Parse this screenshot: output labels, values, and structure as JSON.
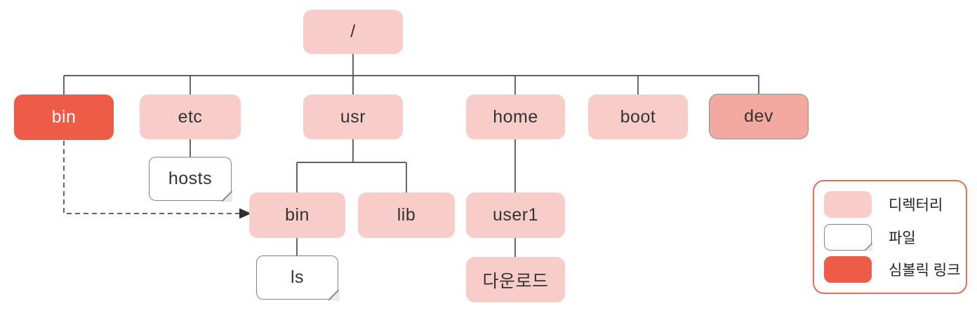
{
  "nodes": {
    "root": "/",
    "bin": "bin",
    "etc": "etc",
    "usr": "usr",
    "home": "home",
    "boot": "boot",
    "dev": "dev",
    "hosts": "hosts",
    "usr_bin": "bin",
    "usr_lib": "lib",
    "user1": "user1",
    "user1_downloads": "다운로드",
    "ls": "ls"
  },
  "edges": [
    {
      "from": "/",
      "to": "bin"
    },
    {
      "from": "/",
      "to": "etc"
    },
    {
      "from": "/",
      "to": "usr"
    },
    {
      "from": "/",
      "to": "home"
    },
    {
      "from": "/",
      "to": "boot"
    },
    {
      "from": "/",
      "to": "dev"
    },
    {
      "from": "etc",
      "to": "hosts"
    },
    {
      "from": "usr",
      "to": "usr/bin"
    },
    {
      "from": "usr",
      "to": "usr/lib"
    },
    {
      "from": "usr/bin",
      "to": "ls"
    },
    {
      "from": "home",
      "to": "user1"
    },
    {
      "from": "user1",
      "to": "다운로드"
    },
    {
      "from": "bin",
      "to": "usr/bin",
      "type": "symbolic-link",
      "style": "dashed-arrow"
    }
  ],
  "legend": {
    "directory_label": "디렉터리",
    "file_label": "파일",
    "symlink_label": "심볼릭 링크"
  },
  "colors": {
    "directory_fill": "#f8cdc9",
    "symlink_fill": "#ee5c47",
    "dev_fill": "#f3a99f",
    "dev_border": "#8d8d8d",
    "file_border": "#838383",
    "connector": "#4c4c4c",
    "legend_border": "#e96a55",
    "text_dark": "#333333",
    "text_light": "#ffffff"
  }
}
